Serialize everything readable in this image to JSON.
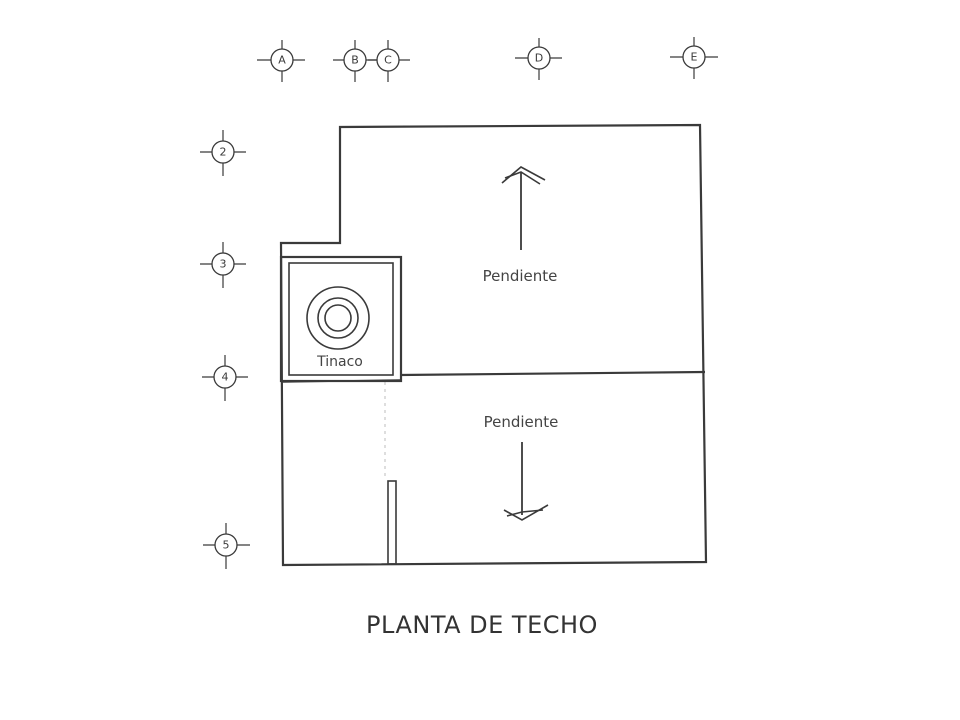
{
  "title": "PLANTA DE TECHO",
  "column_axes": [
    {
      "id": "col-a",
      "label": "A"
    },
    {
      "id": "col-b",
      "label": "B"
    },
    {
      "id": "col-c",
      "label": "C"
    },
    {
      "id": "col-d",
      "label": "D"
    },
    {
      "id": "col-e",
      "label": "E"
    }
  ],
  "row_axes": [
    {
      "id": "row-2",
      "label": "2"
    },
    {
      "id": "row-3",
      "label": "3"
    },
    {
      "id": "row-4",
      "label": "4"
    },
    {
      "id": "row-5",
      "label": "5"
    }
  ],
  "tank": {
    "label": "Tinaco"
  },
  "slopes": [
    {
      "label": "Pendiente",
      "direction": "up"
    },
    {
      "label": "Pendiente",
      "direction": "down"
    }
  ]
}
